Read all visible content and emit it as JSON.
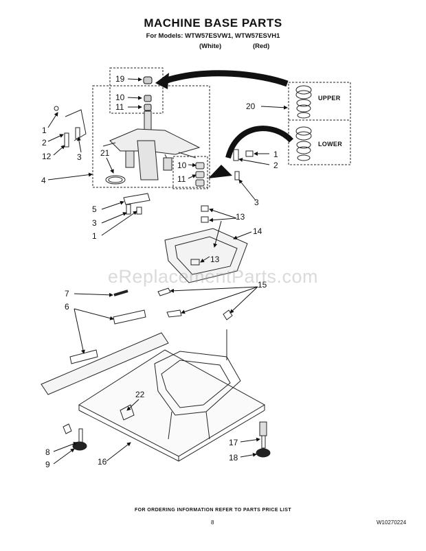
{
  "header": {
    "title": "MACHINE BASE PARTS",
    "models": "For Models: WTW57ESVW1, WTW57ESVH1",
    "color_white": "(White)",
    "color_red": "(Red)"
  },
  "diagram": {
    "labels": {
      "upper": "UPPER",
      "lower": "LOWER"
    },
    "callouts": [
      "19",
      "10",
      "11",
      "20",
      "1",
      "2",
      "12",
      "3",
      "21",
      "4",
      "10",
      "11",
      "1",
      "2",
      "5",
      "3",
      "1",
      "3",
      "13",
      "14",
      "13",
      "7",
      "15",
      "6",
      "22",
      "8",
      "9",
      "16",
      "17",
      "18"
    ]
  },
  "watermark": "eReplacementParts.com",
  "footer": {
    "ordering_note": "FOR ORDERING INFORMATION REFER TO PARTS PRICE LIST",
    "page_number": "8",
    "document_number": "W10270224"
  }
}
